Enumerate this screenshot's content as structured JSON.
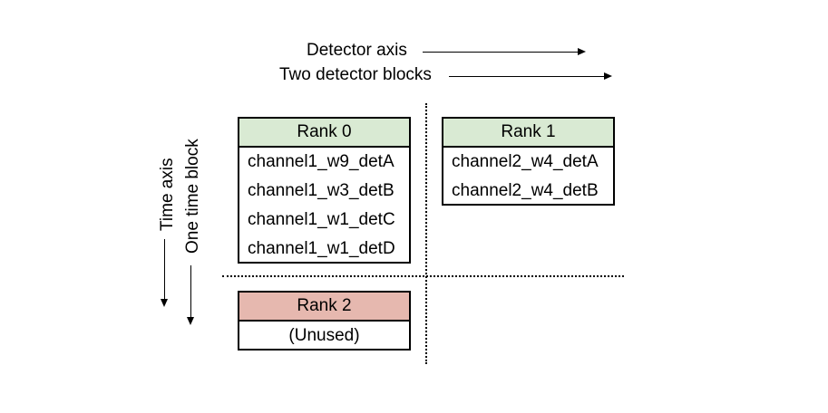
{
  "colors": {
    "rank0_header": "#d9ead3",
    "rank1_header": "#d9ead3",
    "rank2_header": "#e6b8af",
    "line": "#000000"
  },
  "axes": {
    "detector_axis_label": "Detector axis",
    "detector_blocks_label": "Two detector blocks",
    "time_axis_label": "Time axis",
    "time_block_label": "One time block"
  },
  "ranks": {
    "rank0": {
      "title": "Rank 0",
      "items": [
        "channel1_w9_detA",
        "channel1_w3_detB",
        "channel1_w1_detC",
        "channel1_w1_detD"
      ]
    },
    "rank1": {
      "title": "Rank 1",
      "items": [
        "channel2_w4_detA",
        "channel2_w4_detB"
      ]
    },
    "rank2": {
      "title": "Rank 2",
      "items": [
        "(Unused)"
      ]
    }
  }
}
